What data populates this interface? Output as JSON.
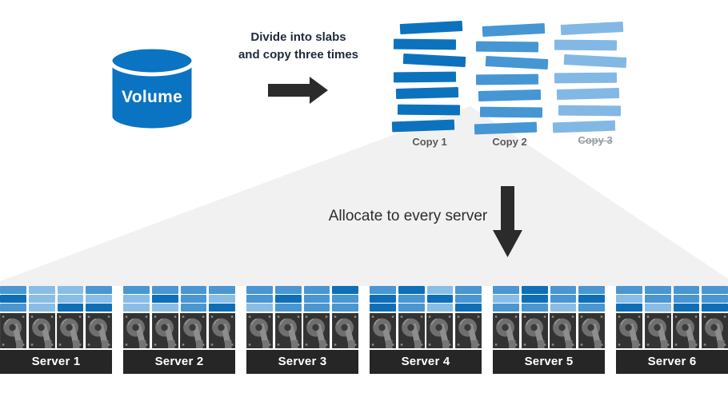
{
  "labels": {
    "divide": "Divide into slabs\nand copy three times",
    "allocate": "Allocate to every server"
  },
  "volume": {
    "label": "Volume",
    "fill_color": "#0a73c2"
  },
  "copies": [
    {
      "label": "Copy 1",
      "slab_color": "#0d72bd",
      "slab_count": 7,
      "faded": false
    },
    {
      "label": "Copy 2",
      "slab_color": "#4696d4",
      "slab_count": 7,
      "faded": false
    },
    {
      "label": "Copy 3",
      "slab_color": "#83b8e4",
      "slab_count": 7,
      "faded": true
    }
  ],
  "slab_shades": {
    "D": "#0e6fb8",
    "M": "#4a96d2",
    "L": "#8abde6"
  },
  "colors": {
    "arrow": "#2b2b2b",
    "funnel": "#f1f1f2",
    "server_label_bg": "#262626",
    "copy_label_gray": "#595959",
    "disk_body": "#333333",
    "text_dark_navy": "#1e2a3a"
  },
  "servers": [
    {
      "label": "Server 1",
      "disk_count": 4,
      "slab_rows": [
        [
          "M",
          "L",
          "L",
          "M"
        ],
        [
          "D",
          "L",
          "L",
          "L"
        ],
        [
          "M",
          "L",
          "D",
          "D"
        ]
      ]
    },
    {
      "label": "Server 2",
      "disk_count": 4,
      "slab_rows": [
        [
          "M",
          "M",
          "M",
          "M"
        ],
        [
          "L",
          "D",
          "M",
          "L"
        ],
        [
          "L",
          "L",
          "M",
          "D"
        ]
      ]
    },
    {
      "label": "Server 3",
      "disk_count": 4,
      "slab_rows": [
        [
          "M",
          "M",
          "M",
          "D"
        ],
        [
          "M",
          "D",
          "M",
          "M"
        ],
        [
          "L",
          "M",
          "M",
          "M"
        ]
      ]
    },
    {
      "label": "Server 4",
      "disk_count": 4,
      "slab_rows": [
        [
          "M",
          "D",
          "L",
          "M"
        ],
        [
          "D",
          "M",
          "D",
          "M"
        ],
        [
          "D",
          "M",
          "L",
          "D"
        ]
      ]
    },
    {
      "label": "Server 5",
      "disk_count": 4,
      "slab_rows": [
        [
          "M",
          "D",
          "M",
          "M"
        ],
        [
          "L",
          "D",
          "M",
          "D"
        ],
        [
          "M",
          "M",
          "L",
          "M"
        ]
      ]
    },
    {
      "label": "Server 6",
      "disk_count": 4,
      "slab_rows": [
        [
          "M",
          "M",
          "M",
          "M"
        ],
        [
          "L",
          "M",
          "M",
          "M"
        ],
        [
          "D",
          "L",
          "D",
          "D"
        ]
      ]
    }
  ]
}
